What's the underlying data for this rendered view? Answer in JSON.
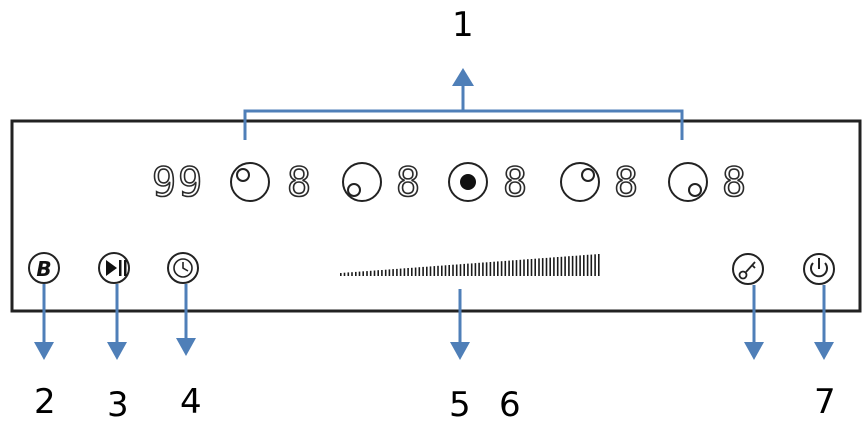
{
  "callouts": [
    "1",
    "2",
    "3",
    "4",
    "5",
    "6",
    "7"
  ],
  "panel": {
    "timer_display": "99",
    "zone_displays": [
      "8",
      "8",
      "8",
      "8",
      "8"
    ],
    "boost_key_letter": "B"
  },
  "colors": {
    "arrow": "#4f7fb8",
    "outline": "#222222"
  },
  "icons": {
    "boost": "boost-b-icon",
    "play_pause": "play-pause-icon",
    "timer": "timer-clock-icon",
    "slider": "power-slider-bar",
    "lock": "key-lock-icon",
    "power": "power-icon",
    "zones": [
      "zone-rear-left-icon",
      "zone-front-left-icon",
      "zone-center-selected-icon",
      "zone-rear-right-icon",
      "zone-front-right-icon"
    ]
  }
}
